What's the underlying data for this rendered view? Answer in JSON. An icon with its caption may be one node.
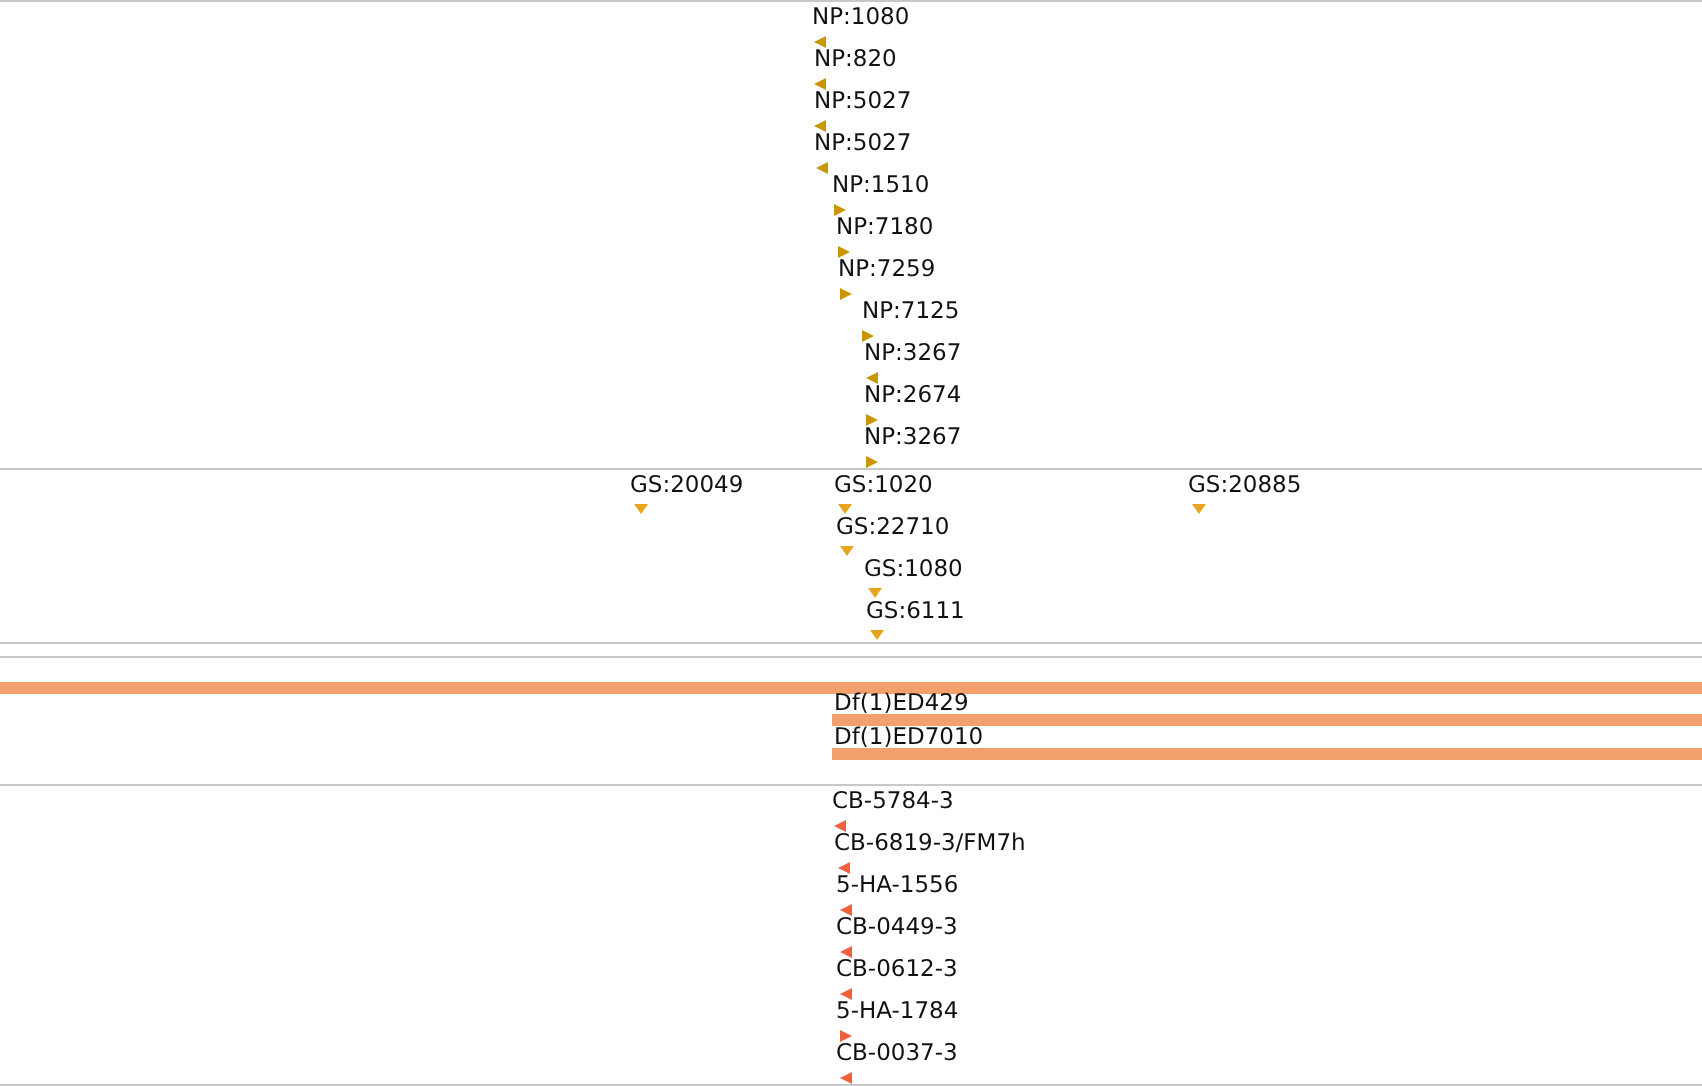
{
  "diagram": {
    "labels": [
      "NP:1080",
      "NP:820",
      "NP:5027",
      "NP:5027",
      "NP:1510",
      "NP:7180",
      "NP:7259",
      "NP:7125",
      "NP:3267",
      "NP:2674",
      "NP:3267",
      "GS:20049",
      "GS:1020",
      "GS:20885",
      "GS:22710",
      "GS:1080",
      "GS:6111",
      "Df(1)ED429",
      "Df(1)ED7010",
      "CB-5784-3",
      "CB-6819-3/FM7h",
      "5-HA-1556",
      "CB-0449-3",
      "CB-0612-3",
      "5-HA-1784",
      "CB-0037-3"
    ]
  }
}
